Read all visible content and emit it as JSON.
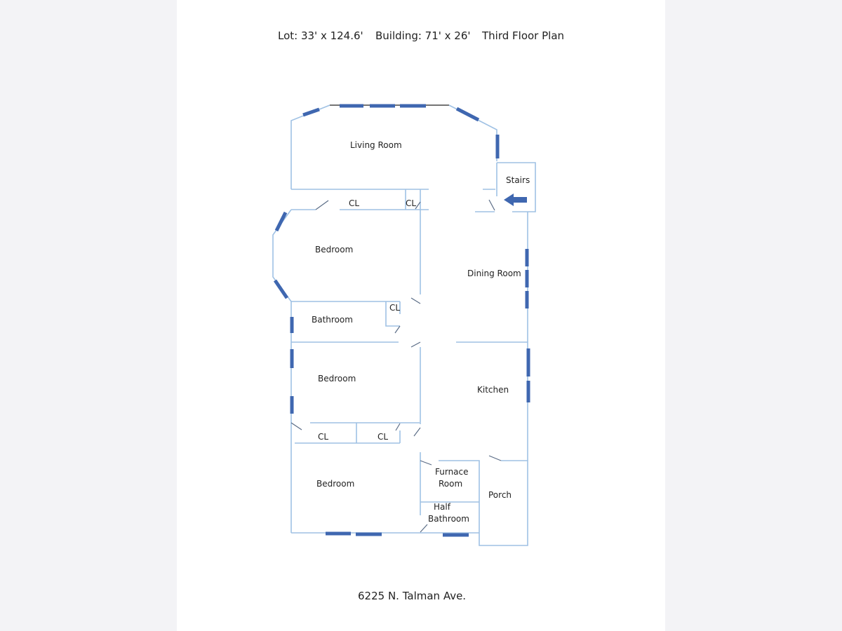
{
  "header": {
    "lot": "Lot: 33' x 124.6'",
    "building": "Building: 71' x 26'",
    "plan": "Third Floor Plan"
  },
  "rooms": {
    "living_room": "Living Room",
    "stairs": "Stairs",
    "closet_1": "CL",
    "closet_2": "CL",
    "bedroom_1": "Bedroom",
    "dining_room": "Dining Room",
    "bathroom": "Bathroom",
    "closet_3": "CL",
    "bedroom_2": "Bedroom",
    "kitchen": "Kitchen",
    "closet_4": "CL",
    "closet_5": "CL",
    "bedroom_3": "Bedroom",
    "furnace_line1": "Furnace",
    "furnace_line2": "Room",
    "porch": "Porch",
    "half_bath_line1": "Half",
    "half_bath_line2": "Bathroom"
  },
  "footer": {
    "address": "6225 N. Talman Ave."
  },
  "colors": {
    "wall": "#9fc1e4",
    "window": "#3f67b0"
  }
}
